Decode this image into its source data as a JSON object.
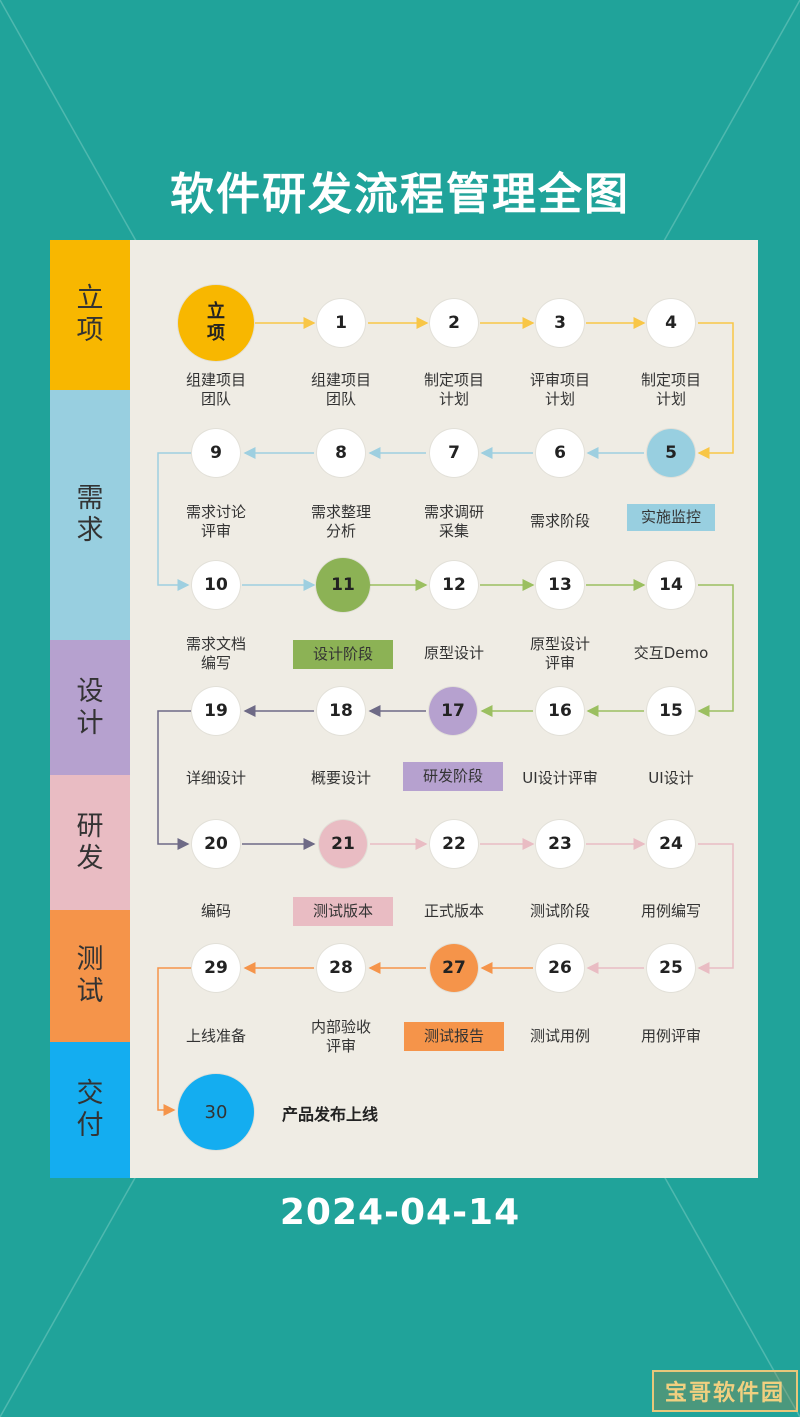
{
  "title": "软件研发流程管理全图",
  "date": "2024-04-14",
  "watermark": "宝哥软件园",
  "stages": [
    {
      "c1": "立",
      "c2": "项",
      "color": "#f8b700"
    },
    {
      "c1": "需",
      "c2": "求",
      "color": "#98cfe0"
    },
    {
      "c1": "设",
      "c2": "计",
      "color": "#b6a1cf"
    },
    {
      "c1": "研",
      "c2": "发",
      "color": "#e9bcc3"
    },
    {
      "c1": "测",
      "c2": "试",
      "color": "#f5944a"
    },
    {
      "c1": "交",
      "c2": "付",
      "color": "#14adf0"
    }
  ],
  "nodes": {
    "start": {
      "l1": "立",
      "l2": "项",
      "color": "#f8b700",
      "label1": "组建项目",
      "label2": "团队"
    },
    "n1": {
      "num": "1",
      "label1": "组建项目",
      "label2": "团队"
    },
    "n2": {
      "num": "2",
      "label1": "制定项目",
      "label2": "计划"
    },
    "n3": {
      "num": "3",
      "label1": "评审项目",
      "label2": "计划"
    },
    "n4": {
      "num": "4",
      "label1": "制定项目",
      "label2": "计划"
    },
    "n5": {
      "num": "5",
      "color": "#98cfe0",
      "label1": "实施监控"
    },
    "n6": {
      "num": "6",
      "label1": "需求阶段"
    },
    "n7": {
      "num": "7",
      "label1": "需求调研",
      "label2": "采集"
    },
    "n8": {
      "num": "8",
      "label1": "需求整理",
      "label2": "分析"
    },
    "n9": {
      "num": "9",
      "label1": "需求讨论",
      "label2": "评审"
    },
    "n10": {
      "num": "10",
      "label1": "需求文档",
      "label2": "编写"
    },
    "n11": {
      "num": "11",
      "color": "#8cb255",
      "label1": "设计阶段"
    },
    "n12": {
      "num": "12",
      "label1": "原型设计"
    },
    "n13": {
      "num": "13",
      "label1": "原型设计",
      "label2": "评审"
    },
    "n14": {
      "num": "14",
      "label1": "交互Demo"
    },
    "n15": {
      "num": "15",
      "label1": "UI设计"
    },
    "n16": {
      "num": "16",
      "label1": "UI设计评审"
    },
    "n17": {
      "num": "17",
      "color": "#b6a1cf",
      "label1": "研发阶段"
    },
    "n18": {
      "num": "18",
      "label1": "概要设计"
    },
    "n19": {
      "num": "19",
      "label1": "详细设计"
    },
    "n20": {
      "num": "20",
      "label1": "编码"
    },
    "n21": {
      "num": "21",
      "color": "#e9bcc3",
      "label1": "测试版本"
    },
    "n22": {
      "num": "22",
      "label1": "正式版本"
    },
    "n23": {
      "num": "23",
      "label1": "测试阶段"
    },
    "n24": {
      "num": "24",
      "label1": "用例编写"
    },
    "n25": {
      "num": "25",
      "label1": "用例评审"
    },
    "n26": {
      "num": "26",
      "label1": "测试用例"
    },
    "n27": {
      "num": "27",
      "color": "#f5944a",
      "label1": "测试报告"
    },
    "n28": {
      "num": "28",
      "label1": "内部验收",
      "label2": "评审"
    },
    "n29": {
      "num": "29",
      "label1": "上线准备"
    },
    "n30": {
      "num": "30",
      "color": "#14adf0",
      "label1": "产品发布上线"
    }
  },
  "connector_colors": {
    "row1": "#f8c646",
    "row2": "#9ecfe0",
    "row3": "#9bbf60",
    "row4": "#6e6a86",
    "row5": "#e9bcc3",
    "row6": "#f5944a"
  }
}
